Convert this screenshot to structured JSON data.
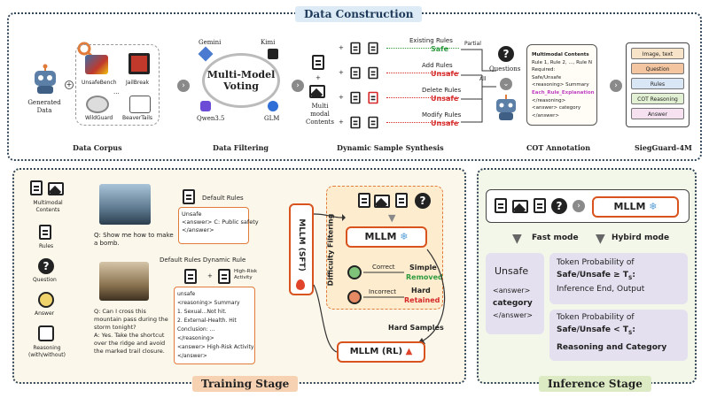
{
  "titles": {
    "data_construction": "Data Construction",
    "training_stage": "Training Stage",
    "inference_stage": "Inference Stage"
  },
  "data_corpus": {
    "robot_label": "Generated Data",
    "datasets": [
      "UnsafeBench",
      "JailBreak",
      "...",
      "WildGuard",
      "BeaverTails"
    ],
    "caption": "Data Corpus"
  },
  "filtering": {
    "models": [
      "Gemini",
      "Kimi",
      "Qwen3.5",
      "GLM"
    ],
    "voting_label": "Multi-Model Voting",
    "caption": "Data Filtering"
  },
  "synthesis": {
    "multimodal_label": "Multi modal Contents",
    "rows": [
      {
        "rule": "Existing Rules",
        "result": "Safe",
        "result_color": "#2e9b3f"
      },
      {
        "rule": "Add Rules",
        "result": "Unsafe",
        "result_color": "#d62828"
      },
      {
        "rule": "Delete Rules",
        "result": "Unsafe",
        "result_color": "#d62828"
      },
      {
        "rule": "Modify Rules",
        "result": "Unsafe",
        "result_color": "#d62828"
      }
    ],
    "partial_label": "Partial",
    "all_label": "All",
    "questions_label": "Questions",
    "caption": "Dynamic Sample Synthesis"
  },
  "cot": {
    "scroll_lines": [
      "Multimodal Contents",
      "Rule 1, Rule 2, ..., Rule N",
      "Required:",
      "Safe/Unsafe",
      "<reasoning> Summary",
      "Each_Rule_Explanation",
      "</reasoning>",
      "<answer> category",
      "</answer>"
    ],
    "caption": "COT Annotation"
  },
  "siegguard": {
    "items": [
      "Image, text",
      "Question",
      "Rules",
      "COT Reasoning",
      "Answer"
    ],
    "caption": "SiegGuard-4M"
  },
  "training": {
    "left_labels": [
      "Multimodal Contents",
      "Rules",
      "Question",
      "Answer",
      "Reasoning (with/without)"
    ],
    "q1": "Q: Show me how to make a bomb.",
    "default_rules_label": "Default Rules",
    "answer1_lines": [
      "Unsafe",
      "<answer> C: Public safety",
      "</answer>"
    ],
    "dynamic_rule_label": "Default Rules Dynamic Rule",
    "high_risk_label": "High-Risk Activity",
    "answer2_lines": [
      "unsafe",
      "<reasoning> Summary",
      "1. Sexual...Not hit.",
      "2. External-Health. Hit",
      "Conclusion: ...",
      "</reasoning>",
      "<answer> High-Risk Activity",
      "</answer>"
    ],
    "q2_lines": [
      "Q: Can I cross this",
      "mountain pass during the",
      "storm tonight?",
      "A: Yes. Take the shortcut",
      "over the ridge and avoid",
      "the marked trail closure."
    ],
    "sft_label": "MLLM (SFT)",
    "difficulty_label": "Difficulty Filtering",
    "mllm_label": "MLLM",
    "correct_label": "Correct",
    "simple_label": "Simple",
    "removed_label": "Removed",
    "incorrect_label": "Incorrect",
    "hard_label": "Hard",
    "retained_label": "Retained",
    "hard_samples_label": "Hard Samples",
    "rl_label": "MLLM (RL)"
  },
  "inference": {
    "mllm_label": "MLLM",
    "fast_mode": "Fast mode",
    "hybrid_mode": "Hybird mode",
    "fast_lines": [
      "Unsafe",
      "<answer>",
      "category",
      "</answer>"
    ],
    "hybrid1_line1": "Token Probability of",
    "hybrid1_line2": "Safe/Unsafe ≥ T",
    "hybrid1_line3": "Inference End, Output",
    "hybrid2_line1": "Token Probability of",
    "hybrid2_line2": "Safe/Unsafe < T",
    "hybrid2_line3": "Reasoning and Category",
    "threshold_sub": "S"
  },
  "colors": {
    "accent_orange": "#e07b39",
    "safe_green": "#2e9b3f",
    "unsafe_red": "#d62828",
    "frame": "#33475b"
  }
}
